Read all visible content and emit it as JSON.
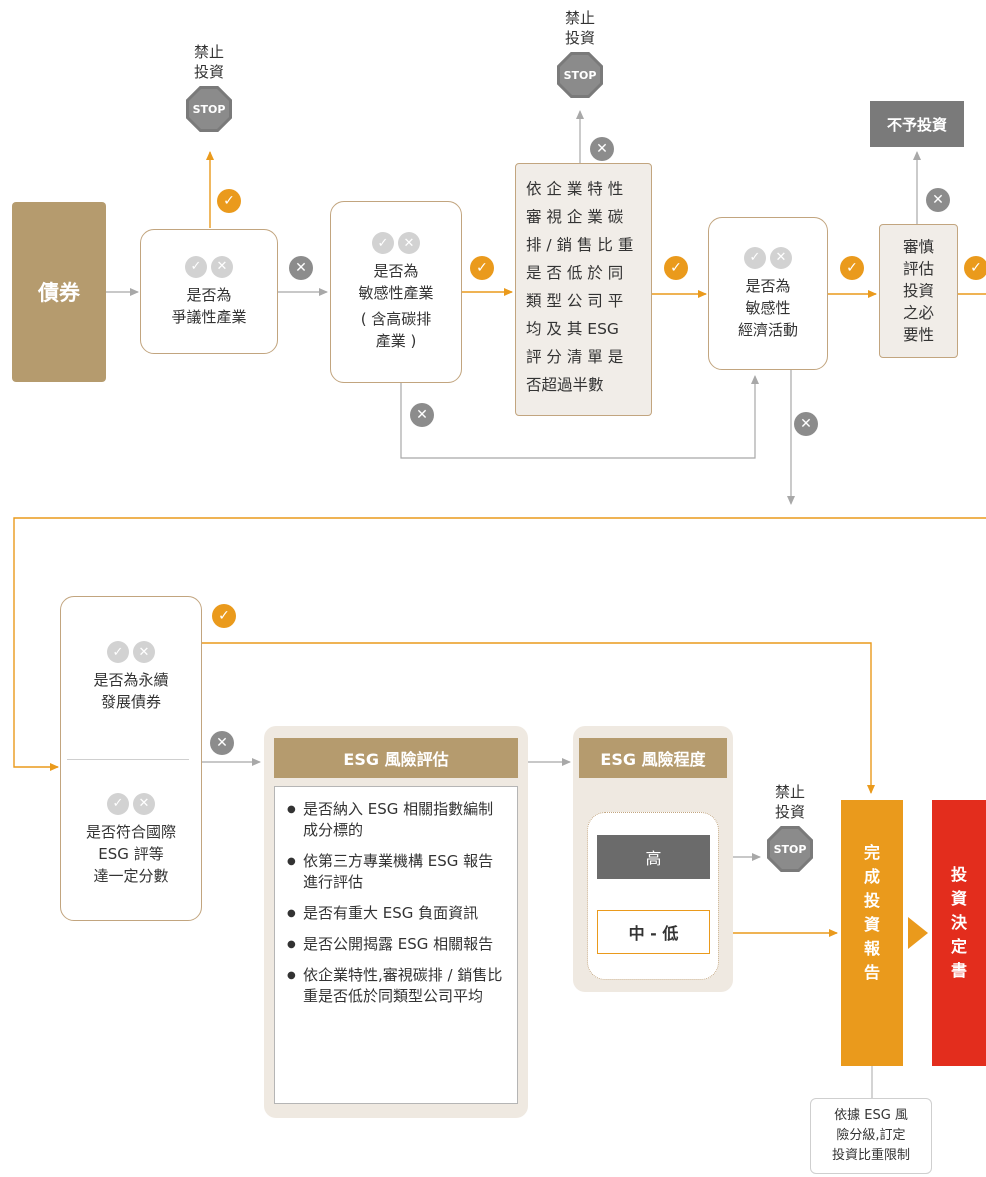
{
  "bond_label": "債券",
  "check_icon": "✓",
  "cross_icon": "✕",
  "stop": {
    "label_line1": "禁止",
    "label_line2": "投資",
    "sign_text": "STOP"
  },
  "no_invest_label": "不予投資",
  "nodes": {
    "controversial": {
      "line1": "是否為",
      "line2": "爭議性產業"
    },
    "sensitive_industry": {
      "line1": "是否為",
      "line2": "敏感性產業",
      "line3": "( 含高碳排",
      "line4": "產業 )"
    },
    "carbon_review": {
      "lines": [
        "依 企 業 特 性",
        "審 視 企 業 碳",
        "排 / 銷 售 比 重",
        "是 否 低 於 同",
        "類 型 公 司 平",
        "均 及 其 ESG",
        "評 分 清 單 是",
        "否超過半數"
      ]
    },
    "sensitive_activity": {
      "line1": "是否為",
      "line2": "敏感性",
      "line3": "經濟活動"
    },
    "prudent": {
      "lines": [
        "審慎",
        "評估",
        "投資",
        "之必",
        "要性"
      ]
    },
    "sustainable_bond": {
      "line1": "是否為永續",
      "line2": "發展債券"
    },
    "intl_esg": {
      "line1": "是否符合國際",
      "line2": "ESG 評等",
      "line3": "達一定分數"
    }
  },
  "esg_assessment": {
    "title": "ESG 風險評估",
    "criteria": [
      "是否納入 ESG 相關指數編制成分標的",
      "依第三方專業機構 ESG 報告進行評估",
      "是否有重大 ESG 負面資訊",
      "是否公開揭露 ESG 相關報告",
      "依企業特性,審視碳排 / 銷售比重是否低於同類型公司平均"
    ]
  },
  "esg_level": {
    "title": "ESG 風險程度",
    "high": "高",
    "mid_low": "中 - 低"
  },
  "report": {
    "text": "完成投資報告"
  },
  "decision": {
    "text": "投資決定書"
  },
  "note": {
    "line1": "依據 ESG 風",
    "line2": "險分級,訂定",
    "line3": "投資比重限制"
  },
  "colors": {
    "gold": "#b59b6e",
    "orange": "#ea9a1c",
    "red": "#e32d1d",
    "grey_box": "#6b6b6b",
    "border": "#c2a57f"
  }
}
